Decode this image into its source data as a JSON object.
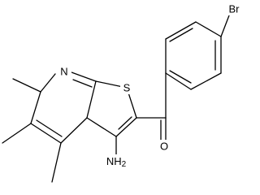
{
  "structure": {
    "atom_labels": {
      "bromine": "Br",
      "nitrogen": "N",
      "sulfur": "S",
      "oxygen": "O",
      "amino_group": "NH2"
    },
    "colors": {
      "bond": "#000000",
      "text": "#000000",
      "background": "#ffffff"
    }
  }
}
